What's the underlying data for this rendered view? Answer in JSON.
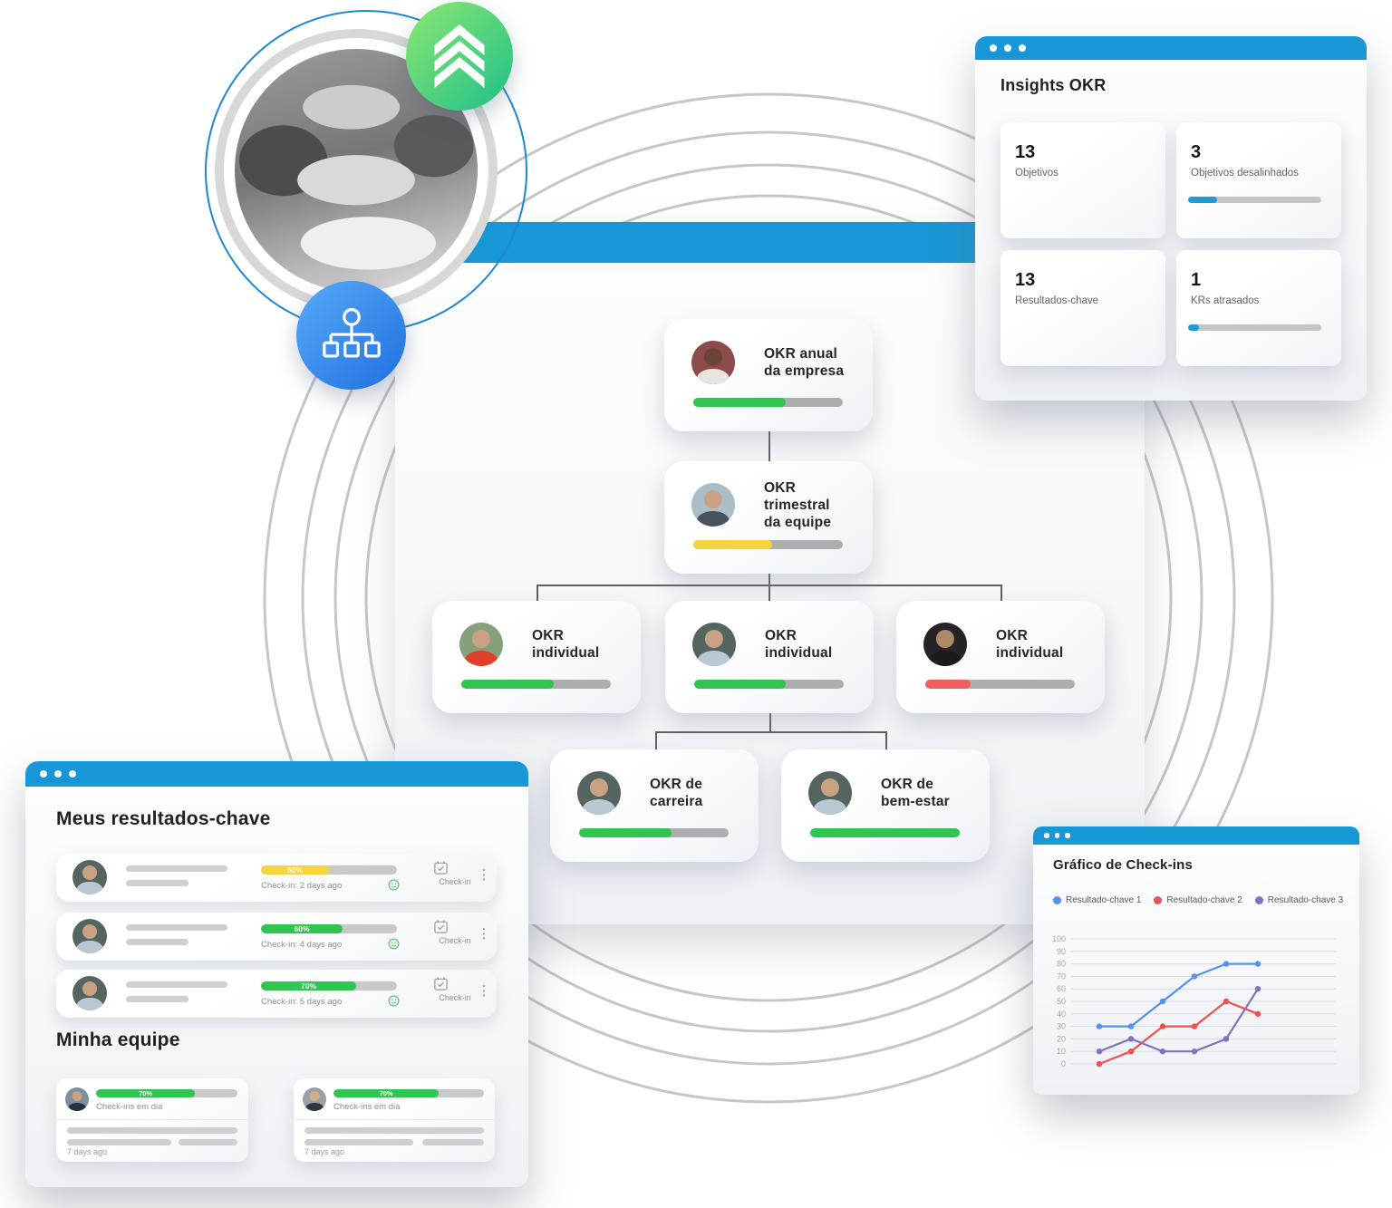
{
  "colors": {
    "titlebar_blue": "#1797d6",
    "progress_green": "#2fc551",
    "progress_yellow": "#f8d43c",
    "progress_red": "#f15e5e",
    "insights_bar_blue": "#1e9cd7"
  },
  "insights_window": {
    "title": "Insights OKR",
    "cards": [
      {
        "value": "13",
        "label": "Objetivos"
      },
      {
        "value": "3",
        "label": "Objetivos desalinhados",
        "progress": 22
      },
      {
        "value": "13",
        "label": "Resultados-chave"
      },
      {
        "value": "1",
        "label": "KRs atrasados",
        "progress": 8
      }
    ]
  },
  "tree_window": {
    "cards": {
      "anual": {
        "line1": "OKR anual",
        "line2": "da empresa",
        "progress": 62,
        "barcolor": "#2fc551",
        "avatar": {
          "bg": "#8d4b4c",
          "skin": "#6b4438",
          "shirt": "#e9e4e0"
        }
      },
      "trimestral": {
        "line1": "OKR trimestral",
        "line2": "da equipe",
        "progress": 53,
        "barcolor": "#f8d43c",
        "avatar": {
          "bg": "#a9bdca",
          "skin": "#c9a184",
          "shirt": "#46535e"
        }
      },
      "ind1": {
        "line1": "OKR individual",
        "line2": "",
        "progress": 62,
        "barcolor": "#2fc551",
        "avatar": {
          "bg": "#86a07c",
          "skin": "#c9a183",
          "shirt": "#e03f2c"
        }
      },
      "ind2": {
        "line1": "OKR individual",
        "line2": "",
        "progress": 61,
        "barcolor": "#2fc551",
        "avatar": {
          "bg": "#54645e",
          "skin": "#c9a183",
          "shirt": "#b9c8d2"
        }
      },
      "ind3": {
        "line1": "OKR individual",
        "line2": "",
        "progress": 30,
        "barcolor": "#f15e5e",
        "avatar": {
          "bg": "#272228",
          "skin": "#ad8a66",
          "shirt": "#1d1a1d"
        }
      },
      "carreira": {
        "line1": "OKR de carreira",
        "line2": "",
        "progress": 62,
        "barcolor": "#2fc551",
        "avatar": {
          "bg": "#54645e",
          "skin": "#c9a183",
          "shirt": "#b9c8d2"
        }
      },
      "bemestar": {
        "line1": "OKR de",
        "line2": "bem-estar",
        "progress": 100,
        "barcolor": "#2fc551",
        "avatar": {
          "bg": "#54645e",
          "skin": "#c9a183",
          "shirt": "#b9c8d2"
        }
      }
    }
  },
  "results_window": {
    "title": "Meus resultados-chave",
    "action_label": "Check-in",
    "row_avatar": {
      "bg": "#54645e",
      "skin": "#c9a183",
      "shirt": "#b9c8d2"
    },
    "rows": [
      {
        "percent": "50%",
        "value": 50,
        "barcolor": "#f8d43c",
        "checkin": "Check-in: 2 days ago"
      },
      {
        "percent": "60%",
        "value": 60,
        "barcolor": "#2fc551",
        "checkin": "Check-in: 4 days ago"
      },
      {
        "percent": "70%",
        "value": 70,
        "barcolor": "#2fc551",
        "checkin": "Check-in: 5 days ago"
      }
    ],
    "team_title": "Minha equipe",
    "team": [
      {
        "percent": "70%",
        "value": 70,
        "status": "Check-ins em dia",
        "ago": "7 days ago",
        "avatar": {
          "bg": "#7c8ea0",
          "skin": "#c9a183",
          "shirt": "#27333f"
        }
      },
      {
        "percent": "70%",
        "value": 70,
        "status": "Check-ins em dia",
        "ago": "7 days ago",
        "avatar": {
          "bg": "#9aa0a6",
          "skin": "#d2ad88",
          "shirt": "#2e3740"
        }
      }
    ]
  },
  "chart_window": {
    "title": "Gráfico de Check-ins"
  },
  "chart_data": {
    "type": "line",
    "title": "Gráfico de Check-ins",
    "x": [
      1,
      2,
      3,
      4,
      5,
      6
    ],
    "series": [
      {
        "name": "Resultado-chave 1",
        "color": "#5390f2",
        "values": [
          30,
          30,
          50,
          70,
          80,
          80
        ]
      },
      {
        "name": "Resultado-chave 2",
        "color": "#f04f4f",
        "values": [
          0,
          10,
          30,
          30,
          50,
          40
        ]
      },
      {
        "name": "Resultado-chave 3",
        "color": "#7d72c3",
        "values": [
          10,
          20,
          10,
          10,
          20,
          60
        ]
      }
    ],
    "xlabel": "",
    "ylabel": "",
    "ylim": [
      0,
      100
    ],
    "ytick_step": 10,
    "grid": true,
    "legend_position": "top"
  }
}
